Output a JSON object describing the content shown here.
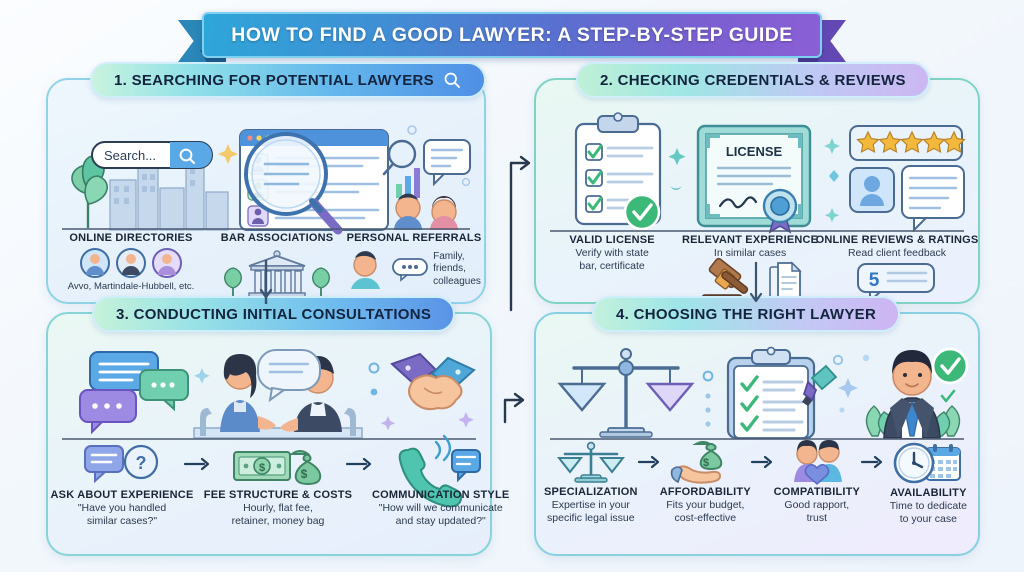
{
  "title": {
    "text": "HOW TO FIND A GOOD LAWYER: A STEP-BY-STEP GUIDE"
  },
  "colors": {
    "background": "#f2f7fc",
    "ribbon_start": "#2ea6d8",
    "ribbon_end": "#8b5fd6",
    "panel_border": "#8ed3e8",
    "heading_text": "#13243f",
    "star_gold": "#f2b93c",
    "check_green": "#3cb878",
    "arrow_dark": "#22405e"
  },
  "panels": [
    {
      "id": "panel1",
      "number": "1.",
      "pill_label": "1. SEARCHING FOR POTENTIAL LAWYERS",
      "pill_icon": "search-icon",
      "scene": {
        "search_box_value": "Search...",
        "search_box_icon": "search-icon",
        "browser_window_icon": "browser-window-icon",
        "magnifier_icon": "magnifier-icon",
        "chat_bubble_icon": "chat-bubble-icon",
        "bar_chart_icon": "bar-chart-icon",
        "plant_icon": "plant-icon",
        "city_skyline_icon": "city-skyline-icon"
      },
      "items": [
        {
          "heading": "ONLINE DIRECTORIES",
          "sub": "Avvo, Martindale-Hubbell, etc.",
          "icon": "avatar-group-icon"
        },
        {
          "heading": "BAR ASSOCIATIONS",
          "sub": "",
          "icon": "courthouse-icon"
        },
        {
          "heading": "PERSONAL REFERRALS",
          "sub": "Family,\nfriends,\ncolleagues",
          "icon": "person-speech-icon"
        }
      ]
    },
    {
      "id": "panel2",
      "number": "2.",
      "pill_label": "2. CHECKING CREDENTIALS & REVIEWS",
      "pill_icon": "",
      "scene": {
        "clipboard_icon": "clipboard-checklist-icon",
        "check_badge_icon": "check-circle-icon",
        "certificate_label": "LICENSE",
        "certificate_icon": "certificate-icon",
        "stars_count": 5,
        "star_icon": "star-icon",
        "review_card_icon": "review-card-icon",
        "sparkle_icon": "sparkle-icon"
      },
      "items": [
        {
          "heading": "VALID LICENSE",
          "sub": "Verify with state\nbar, certificate",
          "icon": ""
        },
        {
          "heading": "RELEVANT EXPERIENCE",
          "sub": "In similar cases",
          "icon": "gavel-icon"
        },
        {
          "heading": "ONLINE REVIEWS & RATINGS",
          "sub": "Read client feedback",
          "icon": "rating-bubble-icon",
          "rating_value": "5"
        }
      ]
    },
    {
      "id": "panel3",
      "number": "3.",
      "pill_label": "3. CONDUCTING INITIAL CONSULTATIONS",
      "pill_icon": "",
      "scene": {
        "chat_bubbles_icon": "chat-bubbles-icon",
        "meeting_icon": "two-people-meeting-icon",
        "handshake_icon": "handshake-icon",
        "sparkle_icon": "sparkle-icon"
      },
      "items": [
        {
          "heading": "ASK ABOUT EXPERIENCE",
          "sub": "\"Have you handled\nsimilar cases?\"",
          "icon": "question-bubble-icon"
        },
        {
          "heading": "FEE STRUCTURE & COSTS",
          "sub": "Hourly, flat fee,\nretainer, money bag",
          "icon": "money-bag-icon"
        },
        {
          "heading": "COMMUNICATION STYLE",
          "sub": "\"How will we communicate\nand stay updated?\"",
          "icon": "phone-chat-icon"
        }
      ],
      "item_separator": "arrow-right-icon"
    },
    {
      "id": "panel4",
      "number": "4.",
      "pill_label": "4. CHOOSING THE RIGHT LAWYER",
      "pill_icon": "",
      "scene": {
        "scales_icon": "scales-of-justice-icon",
        "clipboard_icon": "clipboard-checklist-icon",
        "pen_icon": "pen-icon",
        "lawyer_icon": "lawyer-portrait-icon",
        "check_badge_icon": "check-circle-icon",
        "leaf_icon": "leaf-icon",
        "sparkle_icon": "sparkle-icon"
      },
      "items": [
        {
          "heading": "SPECIALIZATION",
          "sub": "Expertise in your\nspecific legal issue",
          "icon": "scales-icon"
        },
        {
          "heading": "AFFORDABILITY",
          "sub": "Fits your budget,\ncost-effective",
          "icon": "hand-money-icon"
        },
        {
          "heading": "COMPATIBILITY",
          "sub": "Good rapport,\ntrust",
          "icon": "two-people-heart-icon"
        },
        {
          "heading": "AVAILABILITY",
          "sub": "Time to dedicate\nto your case",
          "icon": "clock-calendar-icon"
        }
      ],
      "item_separator": "arrow-right-icon"
    }
  ],
  "connectors": [
    {
      "name": "panel1-to-panel2",
      "icon": "elbow-arrow-right-icon"
    },
    {
      "name": "panel1-to-panel3",
      "icon": "arrow-down-icon"
    },
    {
      "name": "panel2-to-panel4",
      "icon": "arrow-down-icon"
    },
    {
      "name": "panel3-to-panel4",
      "icon": "elbow-arrow-right-icon"
    }
  ]
}
